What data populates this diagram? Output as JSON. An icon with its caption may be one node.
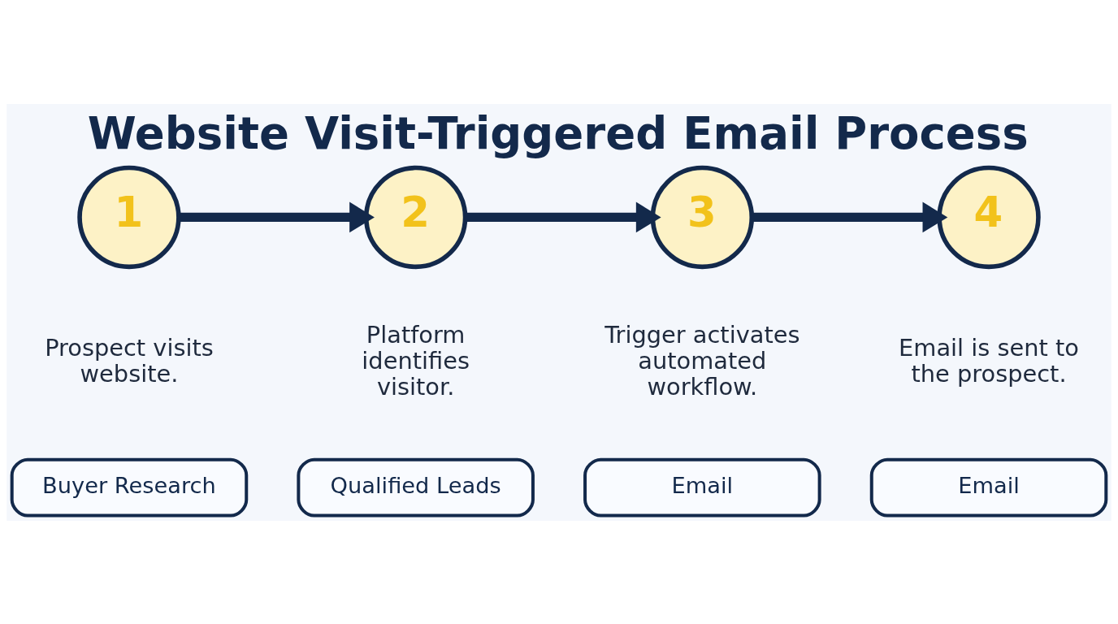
{
  "diagram": {
    "title": "Website Visit-Triggered Email Process",
    "nodes": [
      {
        "text": [
          "1"
        ],
        "beside": [
          "Prospect visits website."
        ]
      },
      {
        "text": [
          "2"
        ],
        "beside": [
          "Platform identifies visitor."
        ]
      },
      {
        "text": [
          "3"
        ],
        "beside": [
          "Trigger activates automated workflow."
        ]
      },
      {
        "text": [
          "4"
        ],
        "beside": [
          "Email is sent to the prospect."
        ]
      },
      {
        "text": [
          "Buyer Research"
        ]
      },
      {
        "text": [
          "Qualified Leads"
        ]
      },
      {
        "text": [
          "Email"
        ]
      },
      {
        "text": [
          "Email"
        ]
      }
    ],
    "edges": [
      {
        "from": 0,
        "to": 1,
        "arrow": "to"
      },
      {
        "from": 1,
        "to": 2,
        "arrow": "to"
      },
      {
        "from": 2,
        "to": 3,
        "arrow": "to"
      }
    ]
  }
}
